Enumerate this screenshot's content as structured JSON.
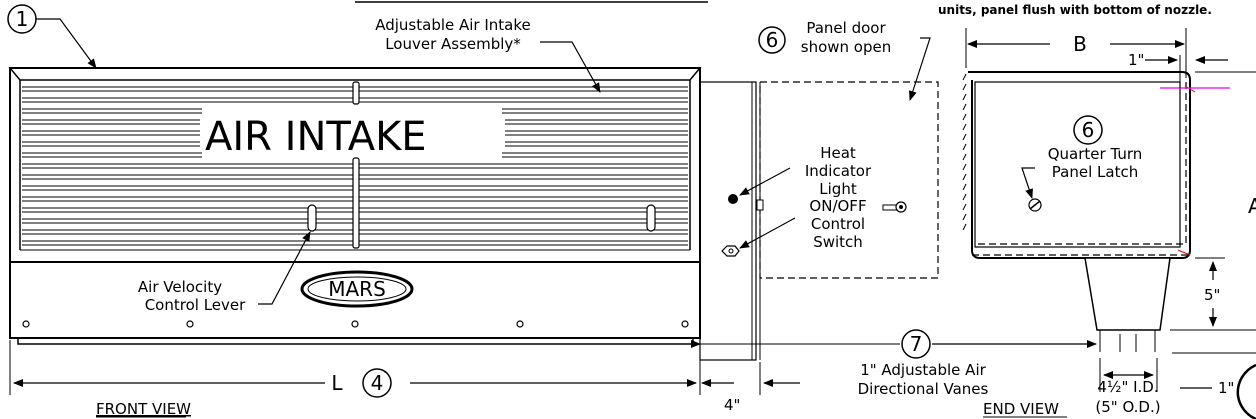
{
  "top_note": "units, panel flush with bottom of nozzle.",
  "callouts": {
    "c1": "1",
    "c4": "4",
    "c6a": "6",
    "c6b": "6",
    "c7": "7"
  },
  "labels": {
    "louver": [
      "Adjustable Air Intake",
      "Louver Assembly*"
    ],
    "air_intake": "AIR INTAKE",
    "mars": "MARS",
    "velocity": [
      "Air Velocity",
      "Control Lever"
    ],
    "panel_door": [
      "Panel door",
      "shown open"
    ],
    "heat": [
      "Heat",
      "Indicator",
      "Light"
    ],
    "switch": [
      "ON/OFF",
      "Control",
      "Switch"
    ],
    "latch": [
      "Quarter Turn",
      "Panel Latch"
    ],
    "vanes": [
      "1\" Adjustable Air",
      "Directional Vanes"
    ],
    "id": "4½\" I.D.",
    "od": "(5\" O.D.)",
    "front_view": "FRONT VIEW",
    "end_view": "END VIEW"
  },
  "dimensions": {
    "L": "L",
    "B": "B",
    "A": "A",
    "one_inch_top": "1\"",
    "one_inch_right": "1\"",
    "five_inch": "5\"",
    "four_inch": "4\""
  }
}
